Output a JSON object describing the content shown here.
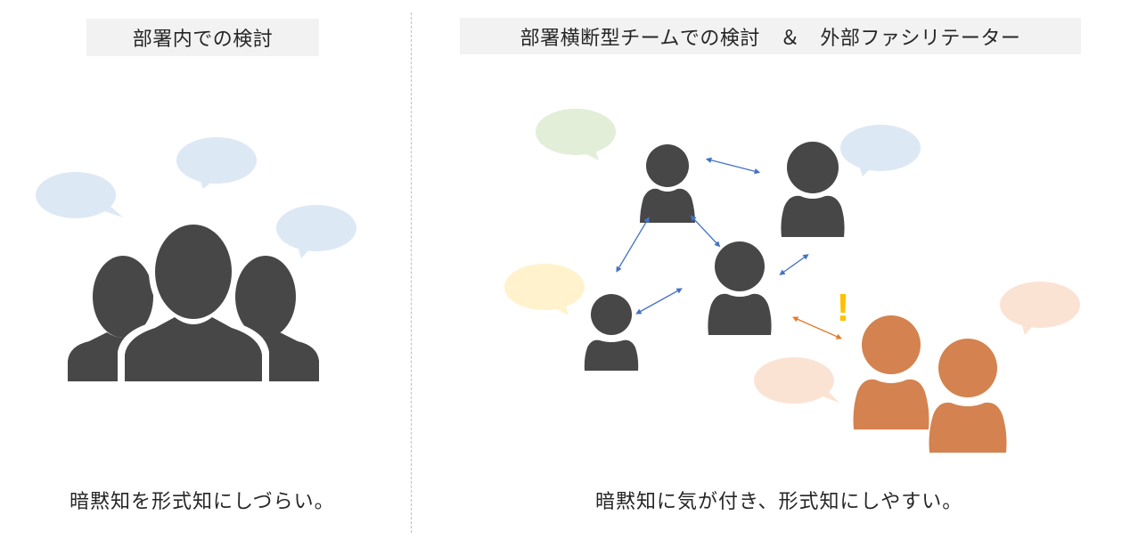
{
  "left_panel": {
    "title": "部署内での検討",
    "caption": "暗黙知を形式知にしづらい。"
  },
  "right_panel": {
    "title": "部署横断型チームでの検討　＆　外部ファシリテーター",
    "caption": "暗黙知に気が付き、形式知にしやすい。",
    "alert_symbol": "!"
  },
  "colors": {
    "title_bg": "#f2f2f2",
    "person_gray": "#474747",
    "person_orange": "#d4824f",
    "bubble_blue": "#dde8f5",
    "bubble_green": "#e2eed8",
    "bubble_yellow": "#fff2cc",
    "bubble_peach": "#fbe3d4",
    "arrow_blue": "#4472c4",
    "arrow_orange": "#e07c2d",
    "alert_yellow": "#ffc000"
  }
}
